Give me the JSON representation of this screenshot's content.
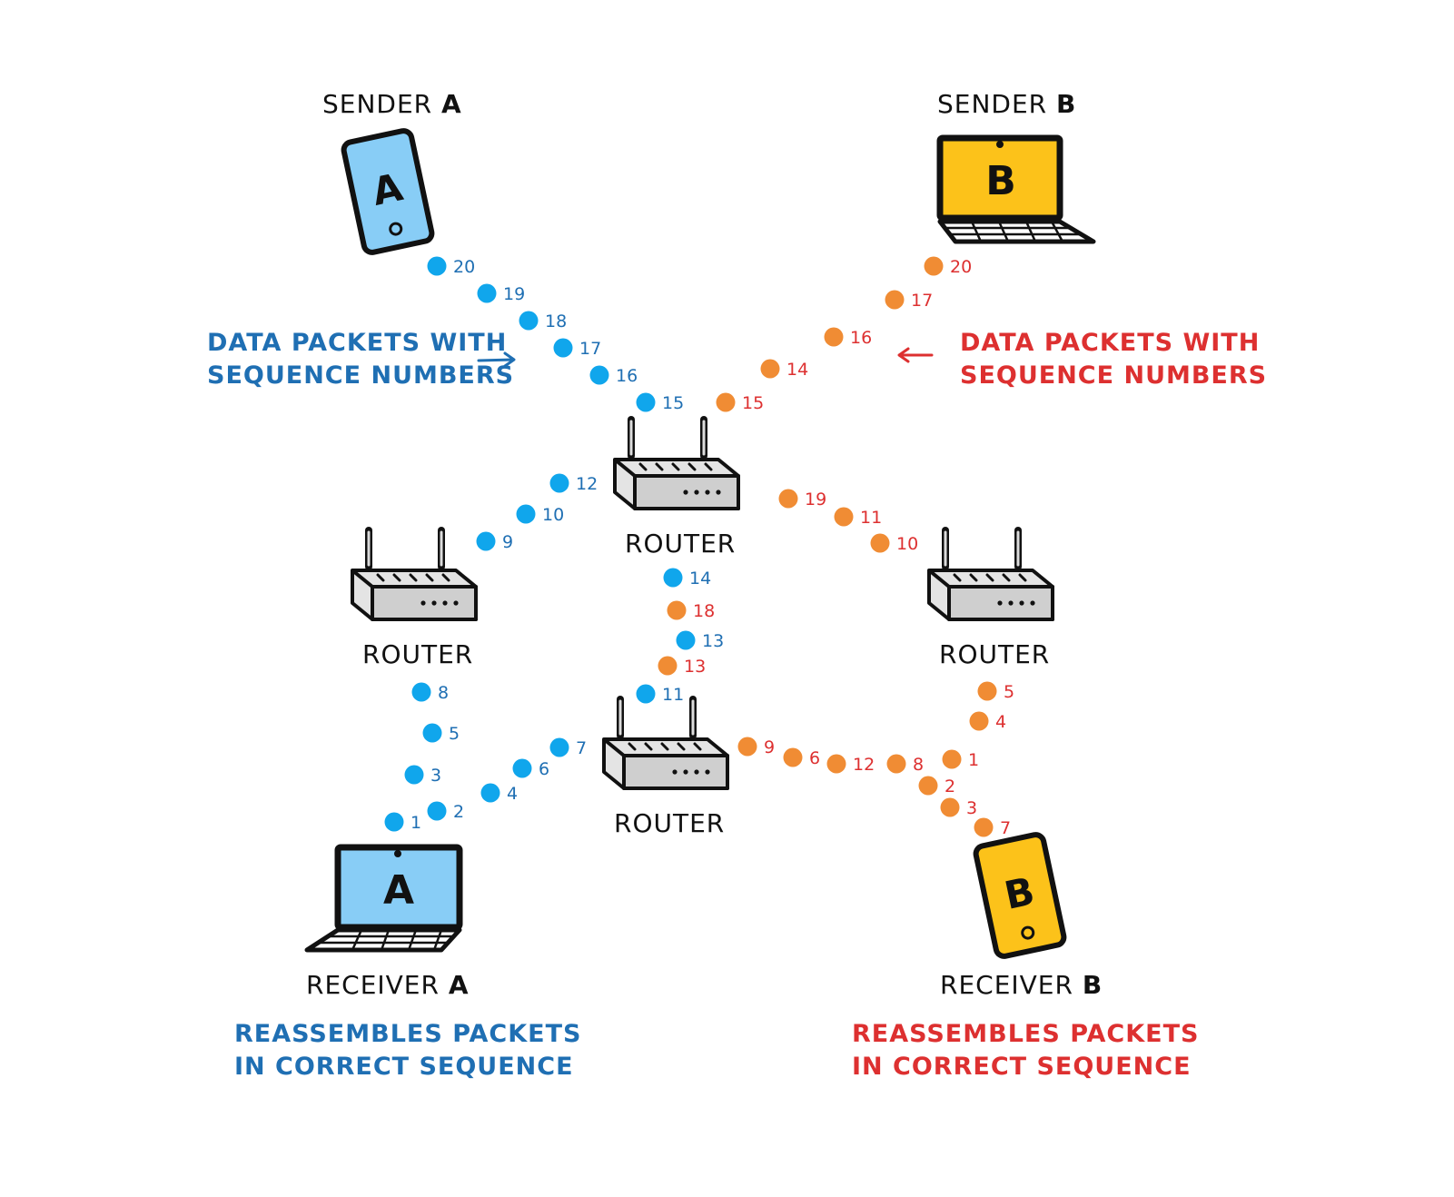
{
  "colors": {
    "blue_packet": "#10a6ec",
    "orange_packet": "#f08c34",
    "blue_text": "#1f6fb3",
    "red_text": "#dd3030",
    "device_blue": "#88cdf6",
    "device_yellow": "#fcc21a",
    "router_body": "#e4e4e4",
    "outline": "#111111"
  },
  "senders": {
    "a": {
      "prefix": "SENDER",
      "letter": "A",
      "device_letter": "A"
    },
    "b": {
      "prefix": "SENDER",
      "letter": "B",
      "device_letter": "B"
    }
  },
  "receivers": {
    "a": {
      "prefix": "RECEIVER",
      "letter": "A",
      "device_letter": "A"
    },
    "b": {
      "prefix": "RECEIVER",
      "letter": "B",
      "device_letter": "B"
    }
  },
  "routers": {
    "top": "ROUTER",
    "left": "ROUTER",
    "right": "ROUTER",
    "bottom": "ROUTER"
  },
  "notes": {
    "left_packets": {
      "line1": "DATA PACKETS WITH",
      "line2": "SEQUENCE NUMBERS"
    },
    "right_packets": {
      "line1": "DATA PACKETS WITH",
      "line2": "SEQUENCE NUMBERS"
    },
    "receiver_a": {
      "line1": "REASSEMBLES PACKETS",
      "line2": "IN CORRECT SEQUENCE"
    },
    "receiver_b": {
      "line1": "REASSEMBLES PACKETS",
      "line2": "IN CORRECT SEQUENCE"
    }
  },
  "packets": {
    "blue": [
      "20",
      "19",
      "18",
      "17",
      "16",
      "15",
      "12",
      "10",
      "9",
      "14",
      "13",
      "11",
      "8",
      "5",
      "3",
      "1",
      "2",
      "4",
      "6",
      "7"
    ],
    "orange": [
      "20",
      "17",
      "16",
      "14",
      "15",
      "19",
      "11",
      "10",
      "18",
      "13",
      "9",
      "6",
      "12",
      "8",
      "5",
      "4",
      "1",
      "2",
      "3",
      "7"
    ]
  }
}
